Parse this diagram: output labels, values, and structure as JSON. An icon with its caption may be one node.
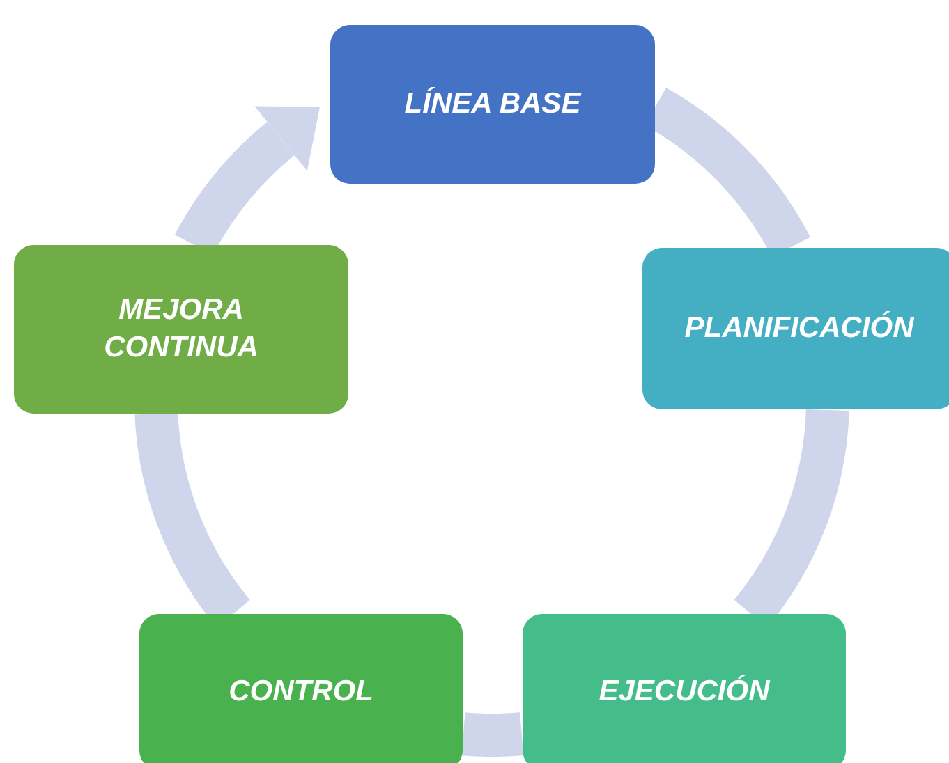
{
  "diagram": {
    "nodes": [
      {
        "text": [
          "LÍNEA BASE"
        ]
      },
      {
        "text": [
          "PLANIFICACIÓN"
        ]
      },
      {
        "text": [
          "EJECUCIÓN"
        ]
      },
      {
        "text": [
          "CONTROL"
        ]
      },
      {
        "text": [
          "MEJORA CONTINUA"
        ]
      }
    ],
    "edges": [
      {
        "from": 0,
        "to": 1,
        "arrow": "none"
      },
      {
        "from": 1,
        "to": 2,
        "arrow": "none"
      },
      {
        "from": 2,
        "to": 3,
        "arrow": "none"
      },
      {
        "from": 3,
        "to": 4,
        "arrow": "none"
      },
      {
        "from": 4,
        "to": 0,
        "arrow": "to"
      }
    ]
  }
}
